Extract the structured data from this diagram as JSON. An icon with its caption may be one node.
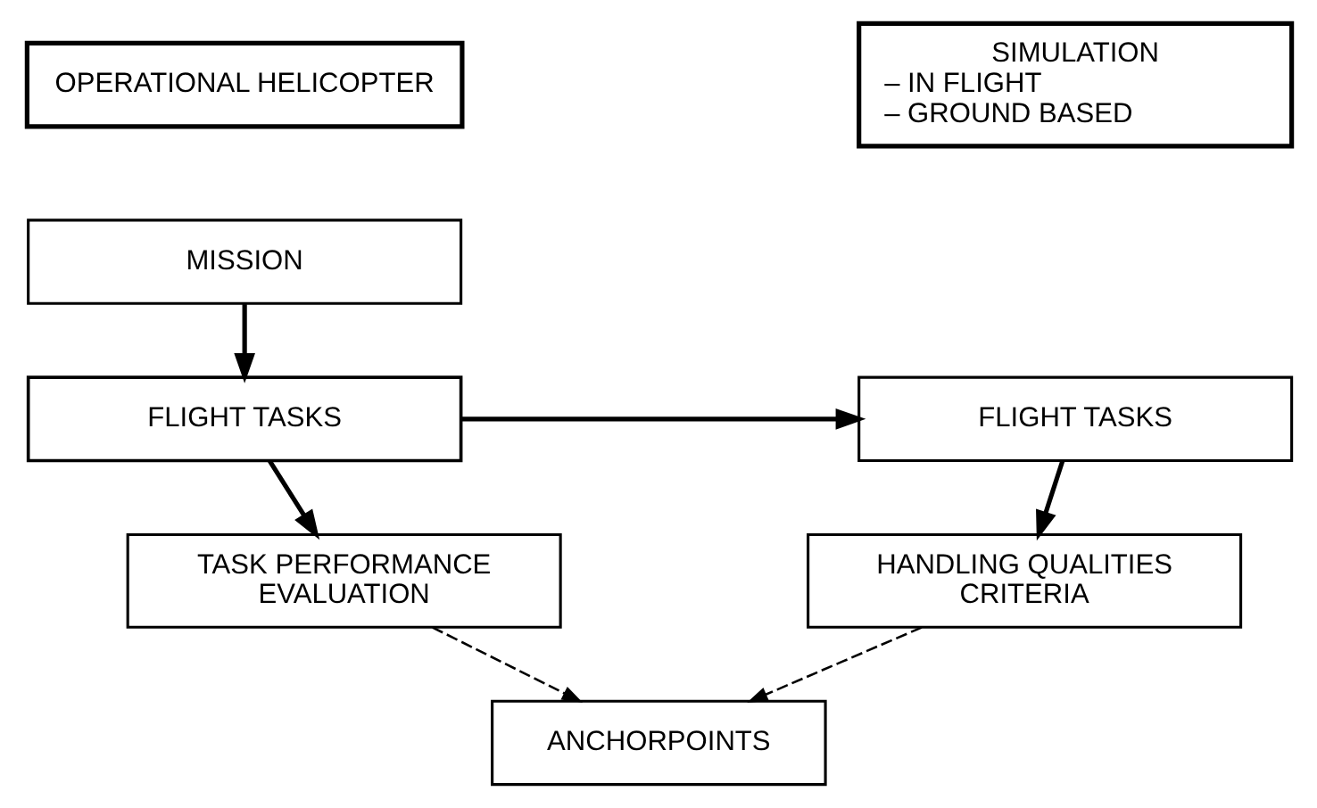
{
  "diagram": {
    "nodes": [
      {
        "text": [
          "OPERATIONAL HELICOPTER"
        ]
      },
      {
        "text": [
          "SIMULATION",
          "– IN FLIGHT",
          "– GROUND BASED"
        ]
      },
      {
        "text": [
          "MISSION"
        ]
      },
      {
        "text": [
          "FLIGHT TASKS"
        ]
      },
      {
        "text": [
          "FLIGHT TASKS"
        ]
      },
      {
        "text": [
          "TASK PERFORMANCE EVALUATION"
        ]
      },
      {
        "text": [
          "HANDLING QUALITIES CRITERIA"
        ]
      },
      {
        "text": [
          "ANCHORPOINTS"
        ]
      }
    ],
    "edges": [
      {
        "from": 2,
        "to": 3,
        "arrow": "to"
      },
      {
        "from": 3,
        "to": 4,
        "arrow": "to"
      },
      {
        "from": 3,
        "to": 5,
        "arrow": "to"
      },
      {
        "from": 4,
        "to": 6,
        "arrow": "to"
      },
      {
        "from": 5,
        "to": 7,
        "arrow": "to",
        "style": "dashed"
      },
      {
        "from": 6,
        "to": 7,
        "arrow": "to",
        "style": "dashed"
      }
    ]
  }
}
